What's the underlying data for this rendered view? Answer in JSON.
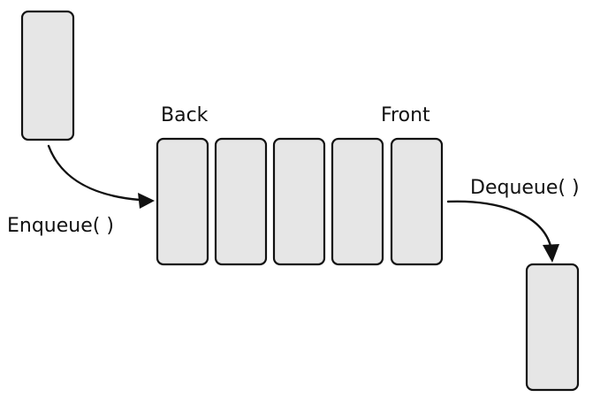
{
  "diagram": {
    "labels": {
      "back": "Back",
      "front": "Front",
      "enqueue": "Enqueue( )",
      "dequeue": "Dequeue( )"
    },
    "queue_slots": 5,
    "colors": {
      "box_fill": "#e6e6e6",
      "stroke": "#111111"
    }
  }
}
